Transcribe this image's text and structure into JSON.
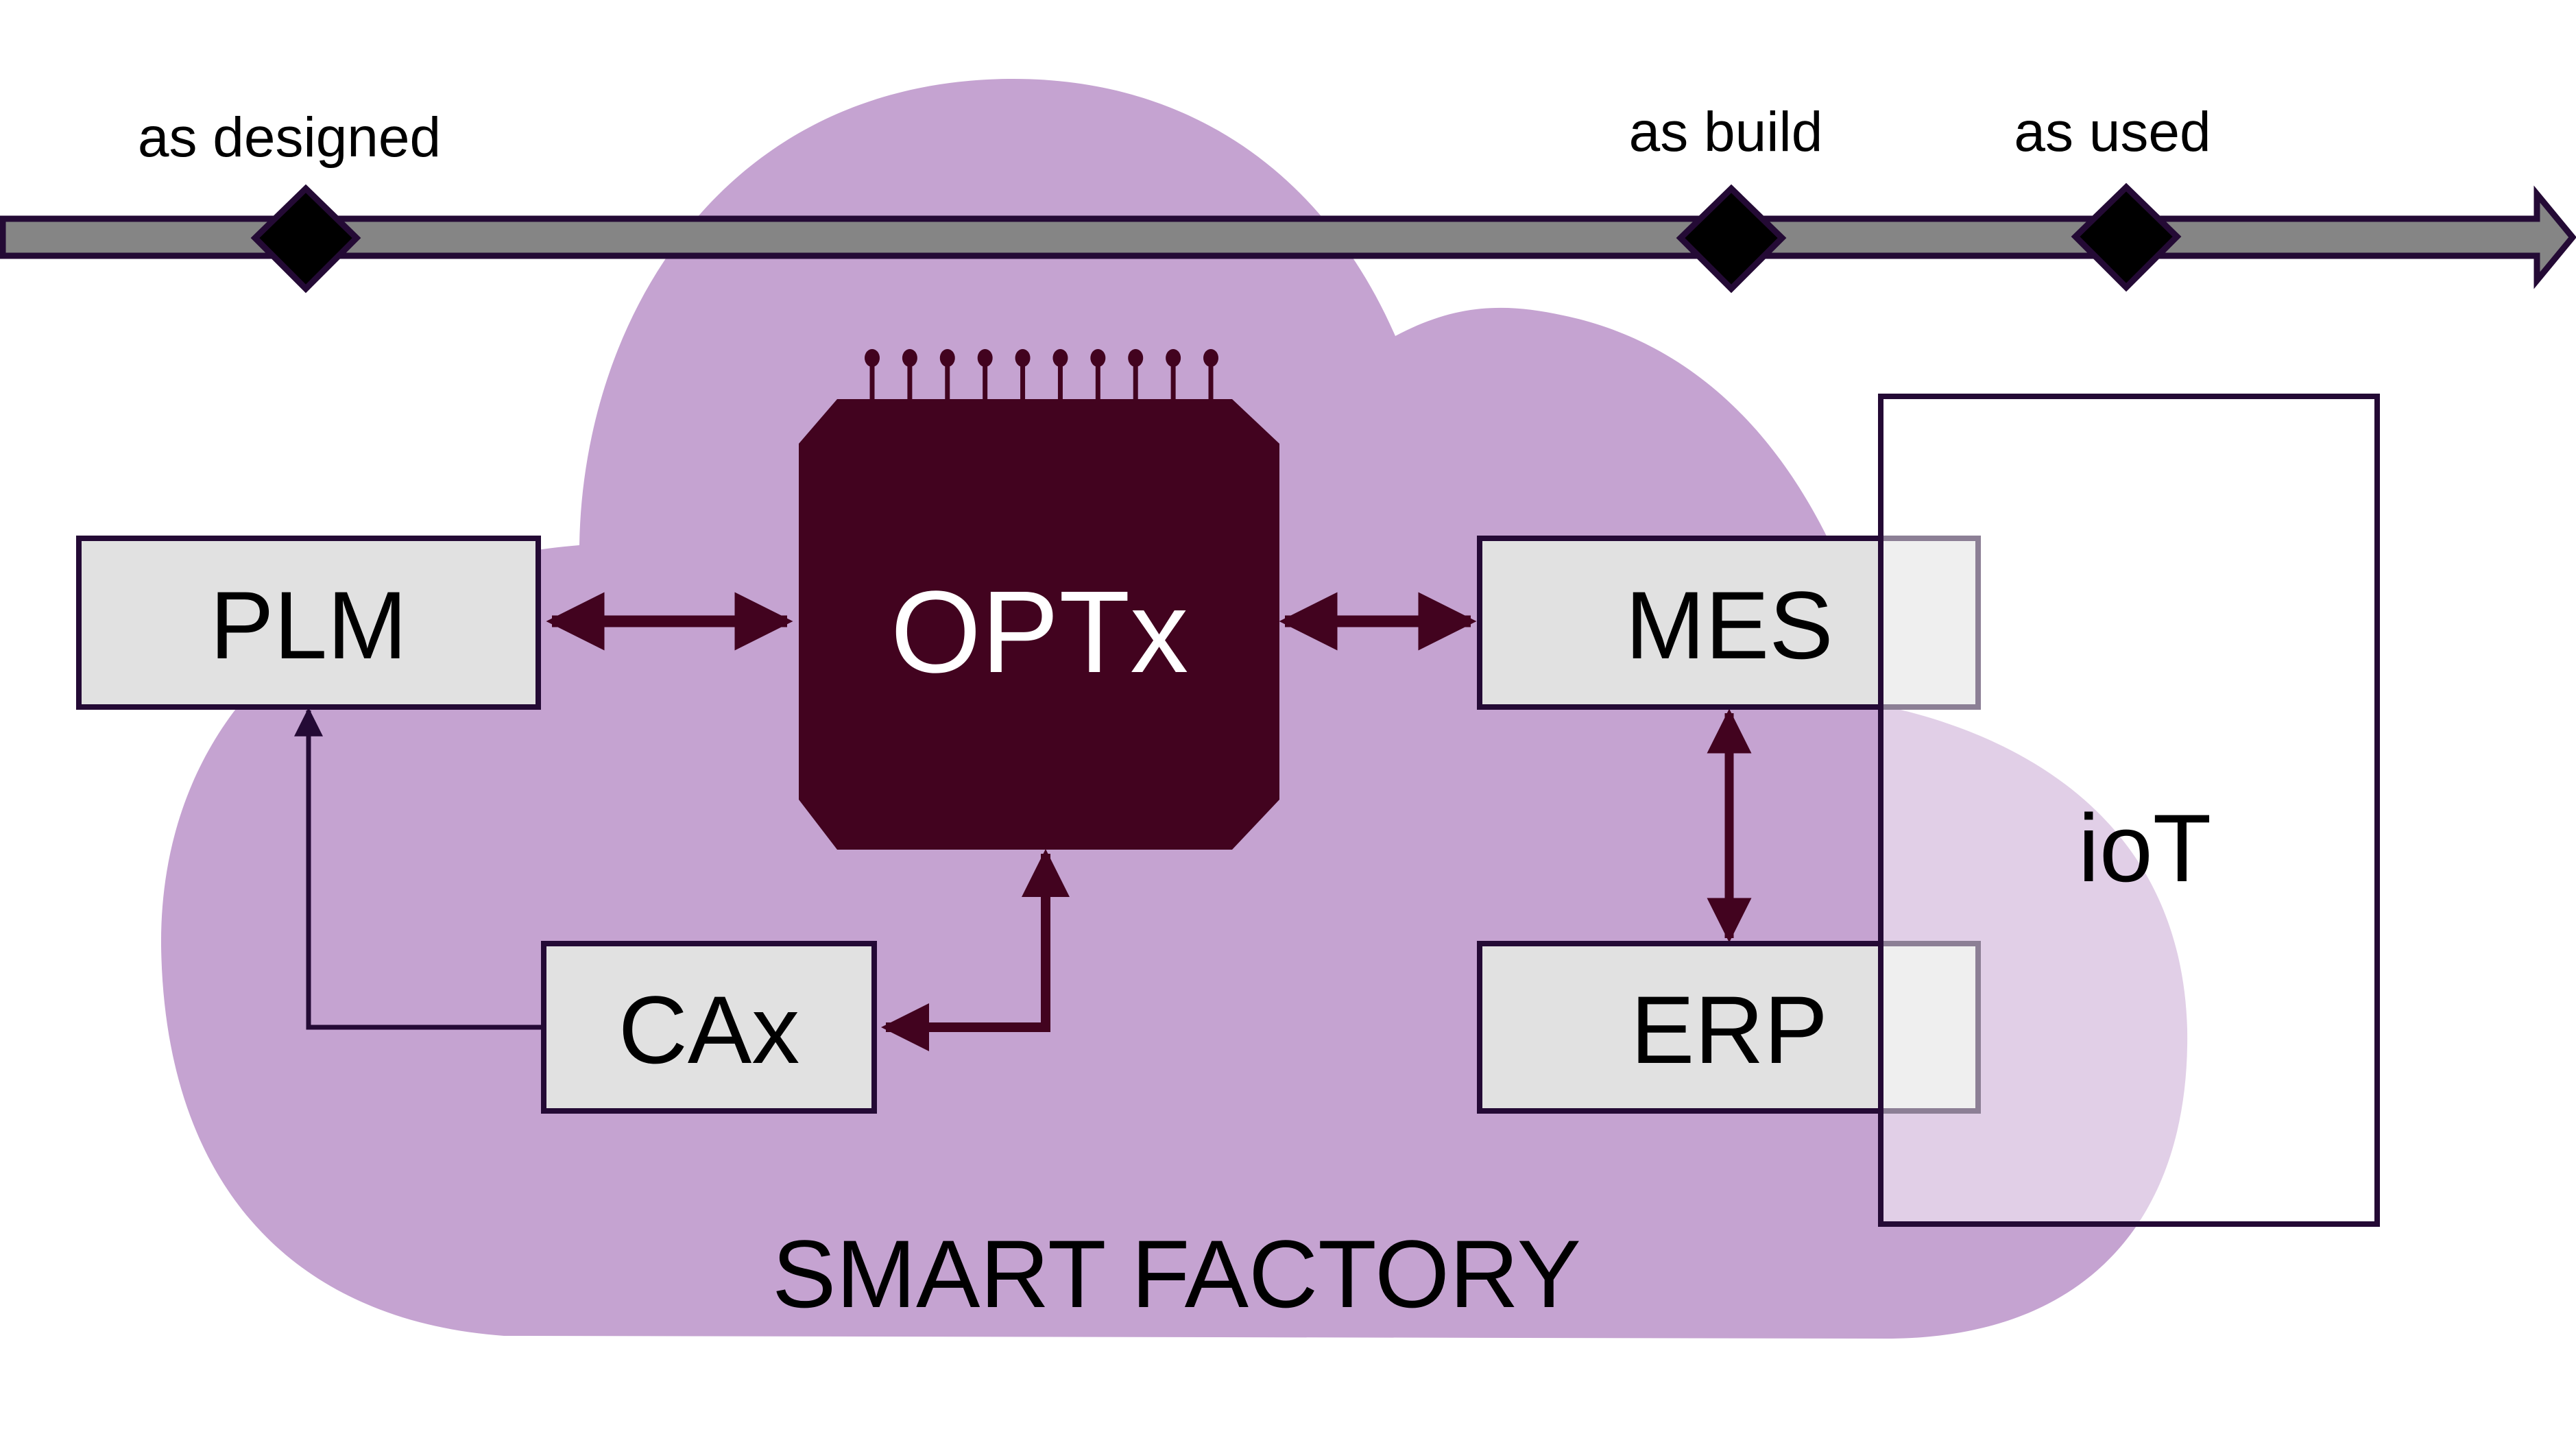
{
  "diagram": {
    "title": "SMART FACTORY",
    "colors": {
      "cloud": "#c5a3d1",
      "cloud_faded": "#e1d0e8",
      "outline": "#240a35",
      "chip": "#42031f",
      "box_fill": "#e1e1e1",
      "box_faded_fill": "#f0f0f0",
      "box_faded_outline": "#76568a",
      "timeline_fill": "#858585",
      "milestone_fill": "#000000",
      "iot_fill": "#ffffff"
    },
    "timeline": {
      "direction": "left-to-right",
      "milestones": [
        {
          "id": "designed",
          "label": "as designed"
        },
        {
          "id": "build",
          "label": "as build"
        },
        {
          "id": "used",
          "label": "as used"
        }
      ]
    },
    "nodes": {
      "plm": {
        "label": "PLM"
      },
      "optx": {
        "label": "OPTx"
      },
      "mes": {
        "label": "MES"
      },
      "cax": {
        "label": "CAx"
      },
      "erp": {
        "label": "ERP"
      },
      "iot": {
        "label": "ioT"
      }
    },
    "edges": [
      {
        "from": "plm",
        "to": "optx",
        "type": "bidirectional"
      },
      {
        "from": "optx",
        "to": "mes",
        "type": "bidirectional"
      },
      {
        "from": "mes",
        "to": "erp",
        "type": "bidirectional"
      },
      {
        "from": "cax",
        "to": "optx",
        "type": "bidirectional"
      },
      {
        "from": "cax",
        "to": "plm",
        "type": "unidirectional"
      }
    ],
    "chip_pin_count": 10
  }
}
